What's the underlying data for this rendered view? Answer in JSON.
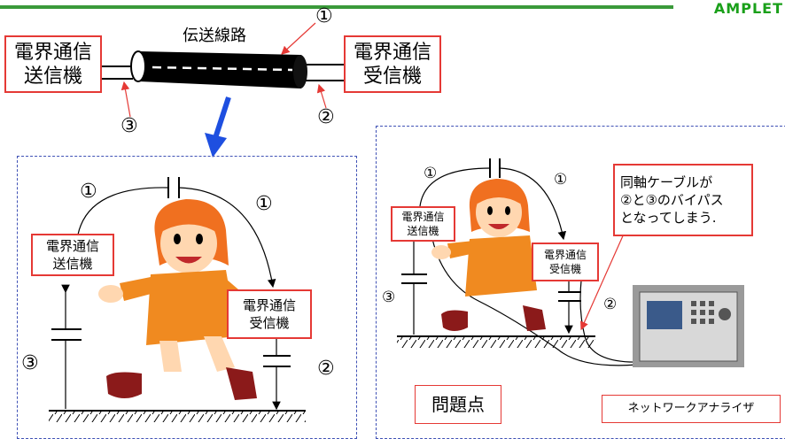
{
  "header": {
    "logo_text": "AMPLET",
    "line_color": "#3a9a3a"
  },
  "top": {
    "line_title": "伝送線路",
    "transmitter": "電界通信\n送信機",
    "receiver": "電界通信\n受信機",
    "marker_1": "①",
    "marker_2": "②",
    "marker_3": "③"
  },
  "left_panel": {
    "transmitter": "電界通信\n送信機",
    "receiver": "電界通信\n受信機",
    "marker_1a": "①",
    "marker_1b": "①",
    "marker_2": "②",
    "marker_3": "③"
  },
  "right_panel": {
    "transmitter": "電界通信\n送信機",
    "receiver": "電界通信\n受信機",
    "marker_1a": "①",
    "marker_1b": "①",
    "marker_2": "②",
    "marker_3": "③",
    "note": "同軸ケーブルが\n②と③のバイパス\nとなってしまう.",
    "problem_label": "問題点",
    "analyzer_label": "ネットワークアナライザ"
  },
  "colors": {
    "red_border": "#e53935",
    "blue_dash": "#3f51b5",
    "arrow_blue": "#1e4fe0"
  }
}
